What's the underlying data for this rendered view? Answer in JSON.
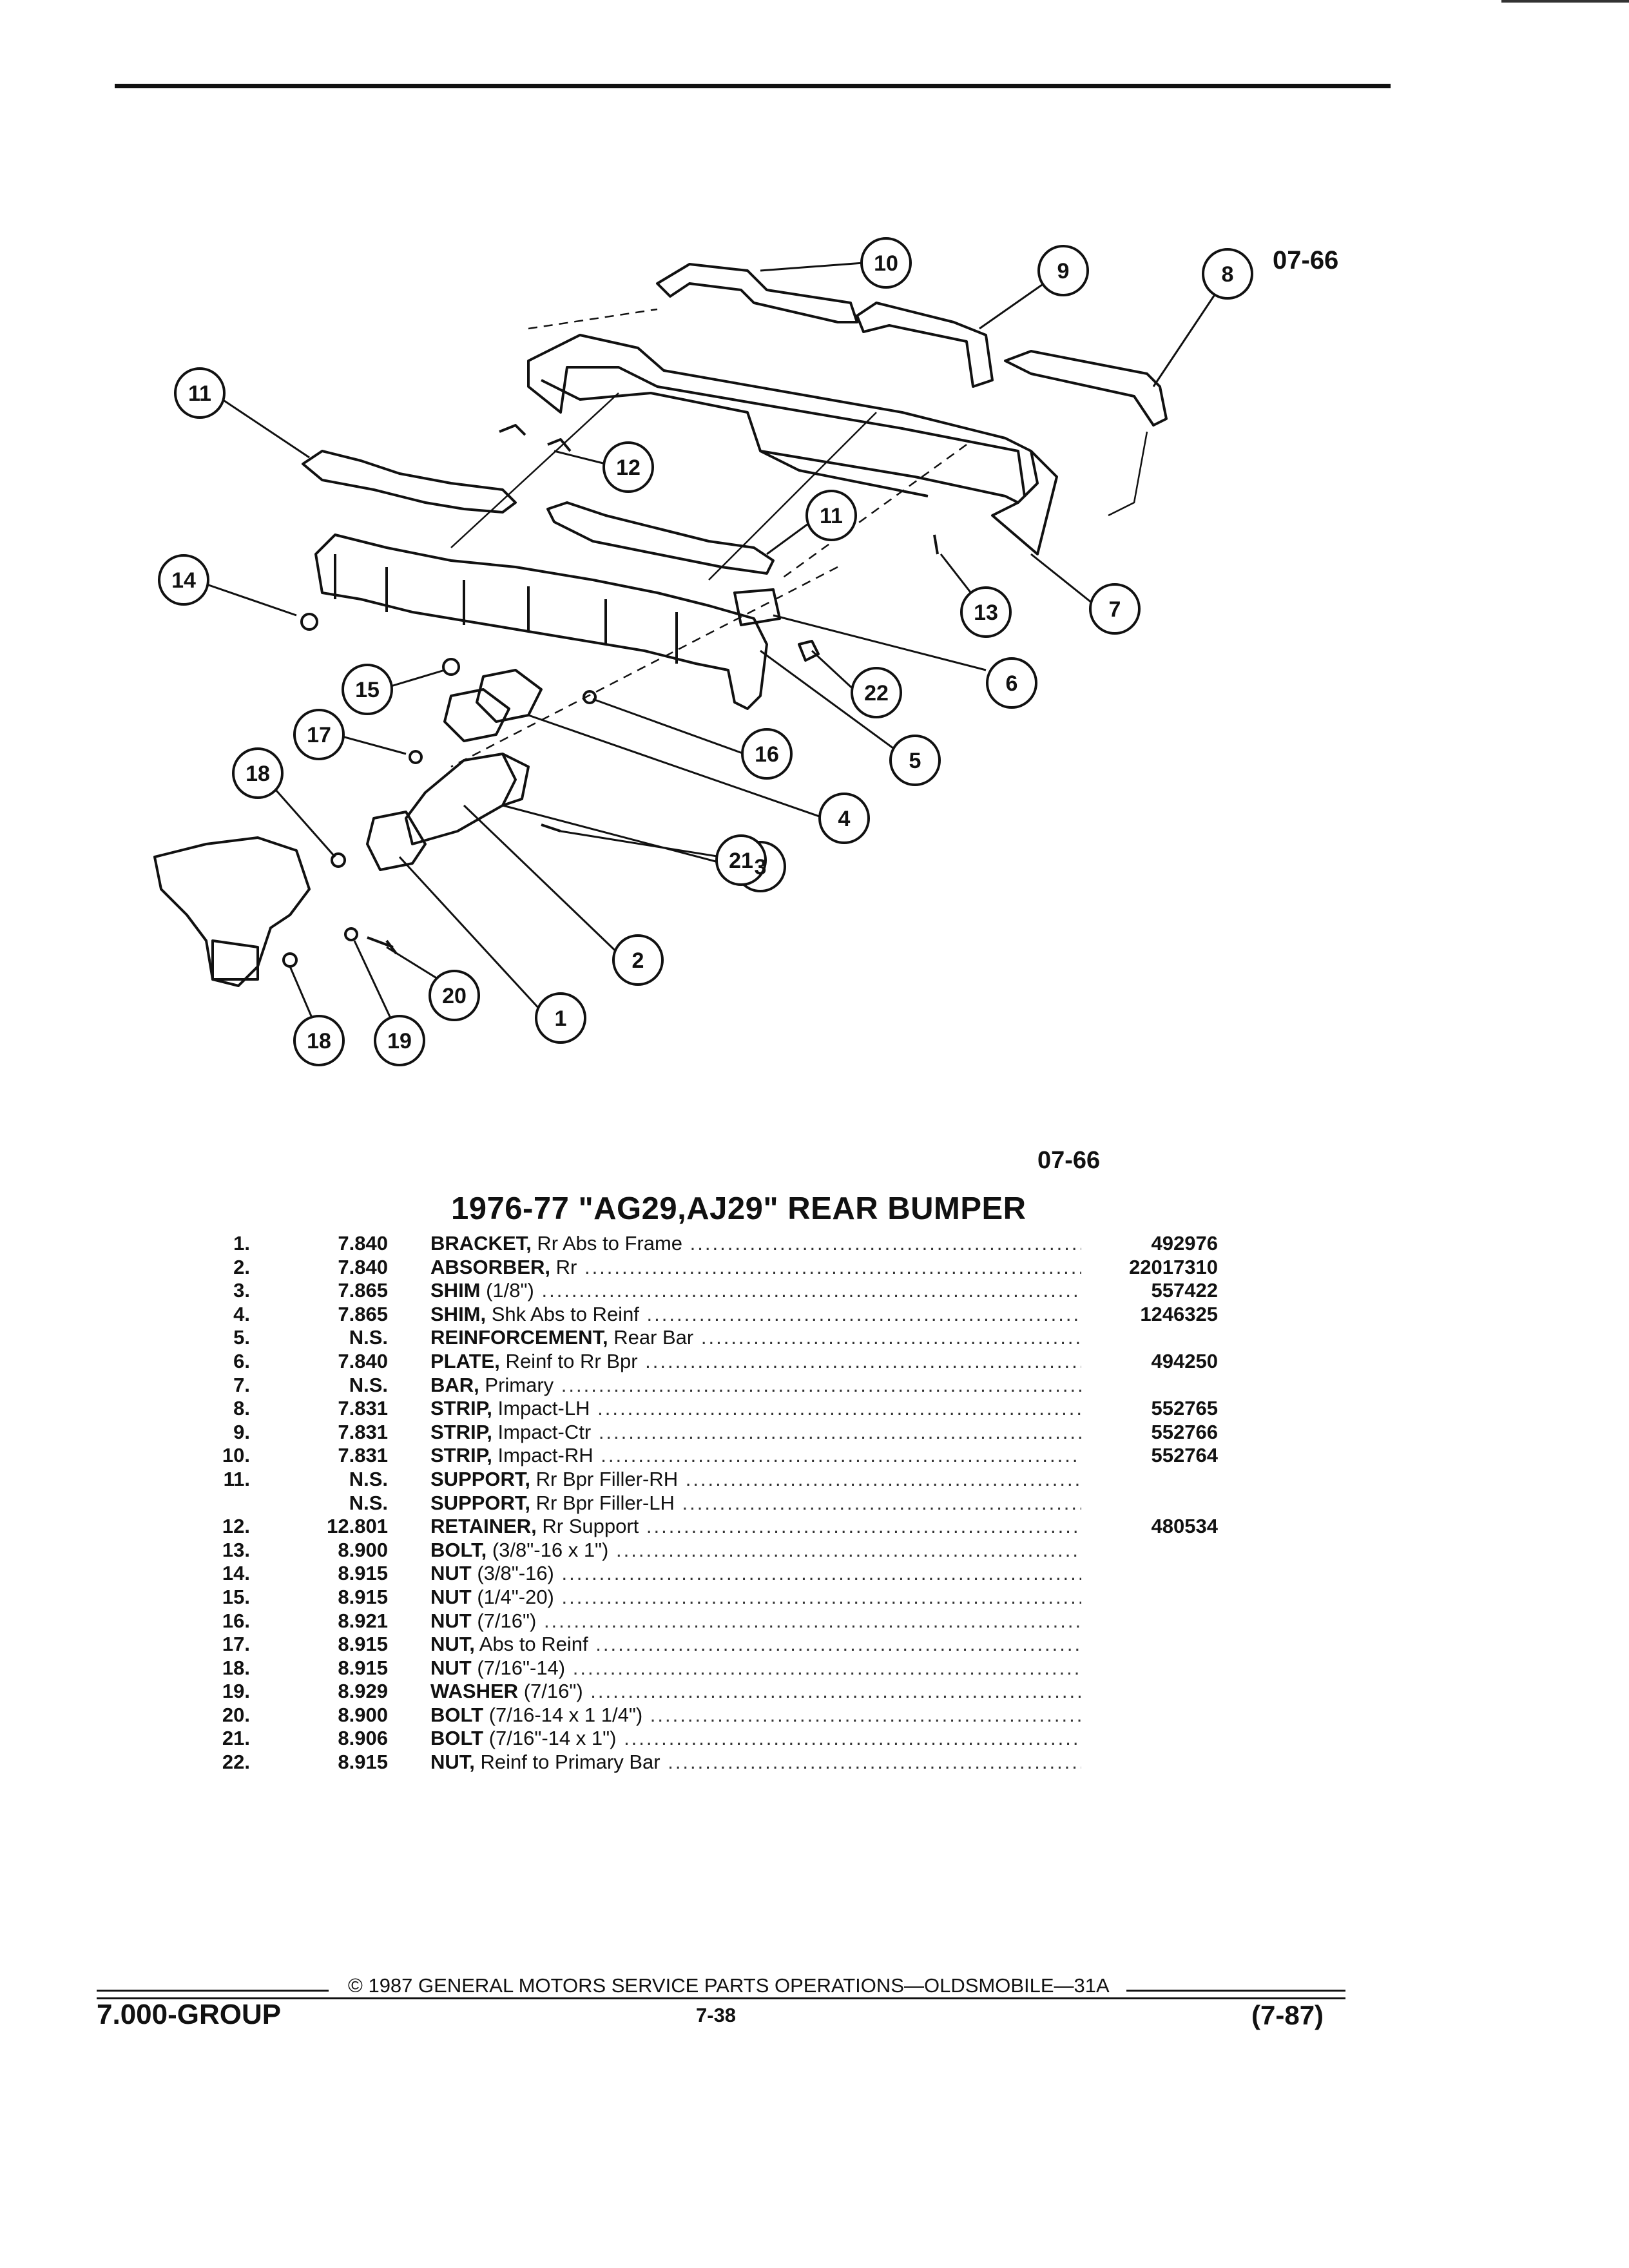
{
  "figure": {
    "code_top": "07-66",
    "code_bottom": "07-66"
  },
  "callouts": [
    {
      "label": "1"
    },
    {
      "label": "2"
    },
    {
      "label": "3"
    },
    {
      "label": "4"
    },
    {
      "label": "5"
    },
    {
      "label": "6"
    },
    {
      "label": "7"
    },
    {
      "label": "8"
    },
    {
      "label": "9"
    },
    {
      "label": "10"
    },
    {
      "label": "11"
    },
    {
      "label": "11"
    },
    {
      "label": "12"
    },
    {
      "label": "13"
    },
    {
      "label": "14"
    },
    {
      "label": "15"
    },
    {
      "label": "16"
    },
    {
      "label": "17"
    },
    {
      "label": "18"
    },
    {
      "label": "18"
    },
    {
      "label": "19"
    },
    {
      "label": "20"
    },
    {
      "label": "21"
    },
    {
      "label": "22"
    }
  ],
  "title": "1976-77 \"AG29,AJ29\" REAR BUMPER",
  "parts": [
    {
      "num": "1.",
      "group": "7.840",
      "name": "BRACKET,",
      "detail": " Rr Abs to Frame",
      "part_no": "492976"
    },
    {
      "num": "2.",
      "group": "7.840",
      "name": "ABSORBER,",
      "detail": " Rr",
      "part_no": "22017310"
    },
    {
      "num": "3.",
      "group": "7.865",
      "name": "SHIM",
      "detail": " (1/8\")",
      "part_no": "557422"
    },
    {
      "num": "4.",
      "group": "7.865",
      "name": "SHIM,",
      "detail": " Shk Abs to Reinf",
      "part_no": "1246325"
    },
    {
      "num": "5.",
      "group": "N.S.",
      "name": "REINFORCEMENT,",
      "detail": " Rear Bar",
      "part_no": ""
    },
    {
      "num": "6.",
      "group": "7.840",
      "name": "PLATE,",
      "detail": " Reinf to Rr Bpr",
      "part_no": "494250"
    },
    {
      "num": "7.",
      "group": "N.S.",
      "name": "BAR,",
      "detail": " Primary",
      "part_no": ""
    },
    {
      "num": "8.",
      "group": "7.831",
      "name": "STRIP,",
      "detail": " Impact-LH",
      "part_no": "552765"
    },
    {
      "num": "9.",
      "group": "7.831",
      "name": "STRIP,",
      "detail": " Impact-Ctr",
      "part_no": "552766"
    },
    {
      "num": "10.",
      "group": "7.831",
      "name": "STRIP,",
      "detail": " Impact-RH",
      "part_no": "552764"
    },
    {
      "num": "11.",
      "group": "N.S.",
      "name": "SUPPORT,",
      "detail": " Rr Bpr Filler-RH",
      "part_no": ""
    },
    {
      "num": "",
      "group": "N.S.",
      "name": "SUPPORT,",
      "detail": " Rr Bpr Filler-LH",
      "part_no": ""
    },
    {
      "num": "12.",
      "group": "12.801",
      "name": "RETAINER,",
      "detail": " Rr Support",
      "part_no": "480534"
    },
    {
      "num": "13.",
      "group": "8.900",
      "name": "BOLT,",
      "detail": " (3/8\"-16 x 1\")",
      "part_no": ""
    },
    {
      "num": "14.",
      "group": "8.915",
      "name": "NUT",
      "detail": " (3/8\"-16)",
      "part_no": ""
    },
    {
      "num": "15.",
      "group": "8.915",
      "name": "NUT",
      "detail": " (1/4\"-20)",
      "part_no": ""
    },
    {
      "num": "16.",
      "group": "8.921",
      "name": "NUT",
      "detail": " (7/16\")",
      "part_no": ""
    },
    {
      "num": "17.",
      "group": "8.915",
      "name": "NUT,",
      "detail": " Abs to Reinf",
      "part_no": ""
    },
    {
      "num": "18.",
      "group": "8.915",
      "name": "NUT",
      "detail": " (7/16\"-14)",
      "part_no": ""
    },
    {
      "num": "19.",
      "group": "8.929",
      "name": "WASHER",
      "detail": " (7/16\")",
      "part_no": ""
    },
    {
      "num": "20.",
      "group": "8.900",
      "name": "BOLT",
      "detail": " (7/16-14 x 1 1/4\")",
      "part_no": ""
    },
    {
      "num": "21.",
      "group": "8.906",
      "name": "BOLT",
      "detail": " (7/16\"-14 x 1\")",
      "part_no": ""
    },
    {
      "num": "22.",
      "group": "8.915",
      "name": "NUT,",
      "detail": " Reinf to Primary Bar",
      "part_no": ""
    }
  ],
  "footer": {
    "copyright": "© 1987  GENERAL MOTORS SERVICE PARTS OPERATIONS—OLDSMOBILE—31A",
    "group": "7.000-GROUP",
    "page": "7-38",
    "revision": "(7-87)"
  }
}
